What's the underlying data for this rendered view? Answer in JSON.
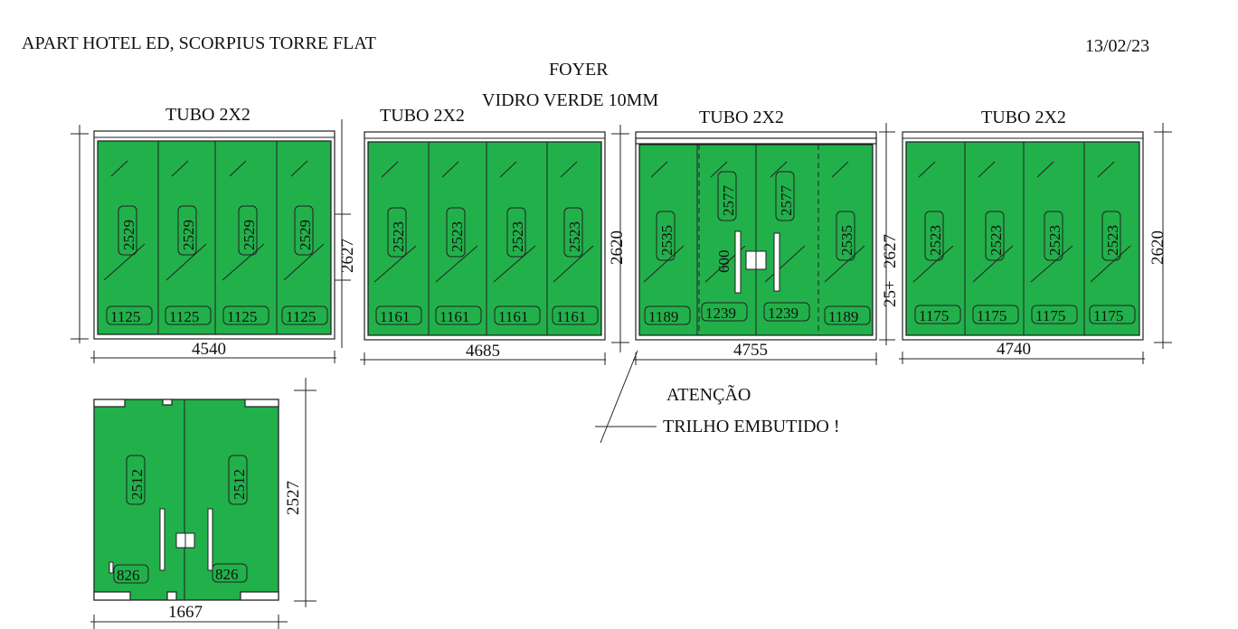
{
  "header": {
    "project": "APART HOTEL ED, SCORPIUS TORRE FLAT",
    "date": "13/02/23",
    "room": "FOYER",
    "glass": "VIDRO VERDE 10MM"
  },
  "note": {
    "line1": "ATENÇÃO",
    "line2": "TRILHO EMBUTIDO !"
  },
  "panels": [
    {
      "label": "TUBO 2X2",
      "width": "4540",
      "height": "2627",
      "leaves": [
        {
          "h": "2529",
          "w": "1125"
        },
        {
          "h": "2529",
          "w": "1125"
        },
        {
          "h": "2529",
          "w": "1125"
        },
        {
          "h": "2529",
          "w": "1125"
        }
      ]
    },
    {
      "label": "TUBO 2X2",
      "width": "4685",
      "height": "2620",
      "leaves": [
        {
          "h": "2523",
          "w": "1161"
        },
        {
          "h": "2523",
          "w": "1161"
        },
        {
          "h": "2523",
          "w": "1161"
        },
        {
          "h": "2523",
          "w": "1161"
        }
      ]
    },
    {
      "label": "TUBO 2X2",
      "width": "4755",
      "height": "2627",
      "extra": "25+",
      "handle_height": "600",
      "leaves": [
        {
          "h": "2535",
          "w": "1189"
        },
        {
          "h": "2577",
          "w": "1239"
        },
        {
          "h": "2577",
          "w": "1239"
        },
        {
          "h": "2535",
          "w": "1189"
        }
      ]
    },
    {
      "label": "TUBO 2X2",
      "width": "4740",
      "height": "2620",
      "leaves": [
        {
          "h": "2523",
          "w": "1175"
        },
        {
          "h": "2523",
          "w": "1175"
        },
        {
          "h": "2523",
          "w": "1175"
        },
        {
          "h": "2523",
          "w": "1175"
        }
      ]
    }
  ],
  "door": {
    "width": "1667",
    "height": "2527",
    "leaves": [
      {
        "h": "2512",
        "w": "826"
      },
      {
        "h": "2512",
        "w": "826"
      }
    ]
  }
}
